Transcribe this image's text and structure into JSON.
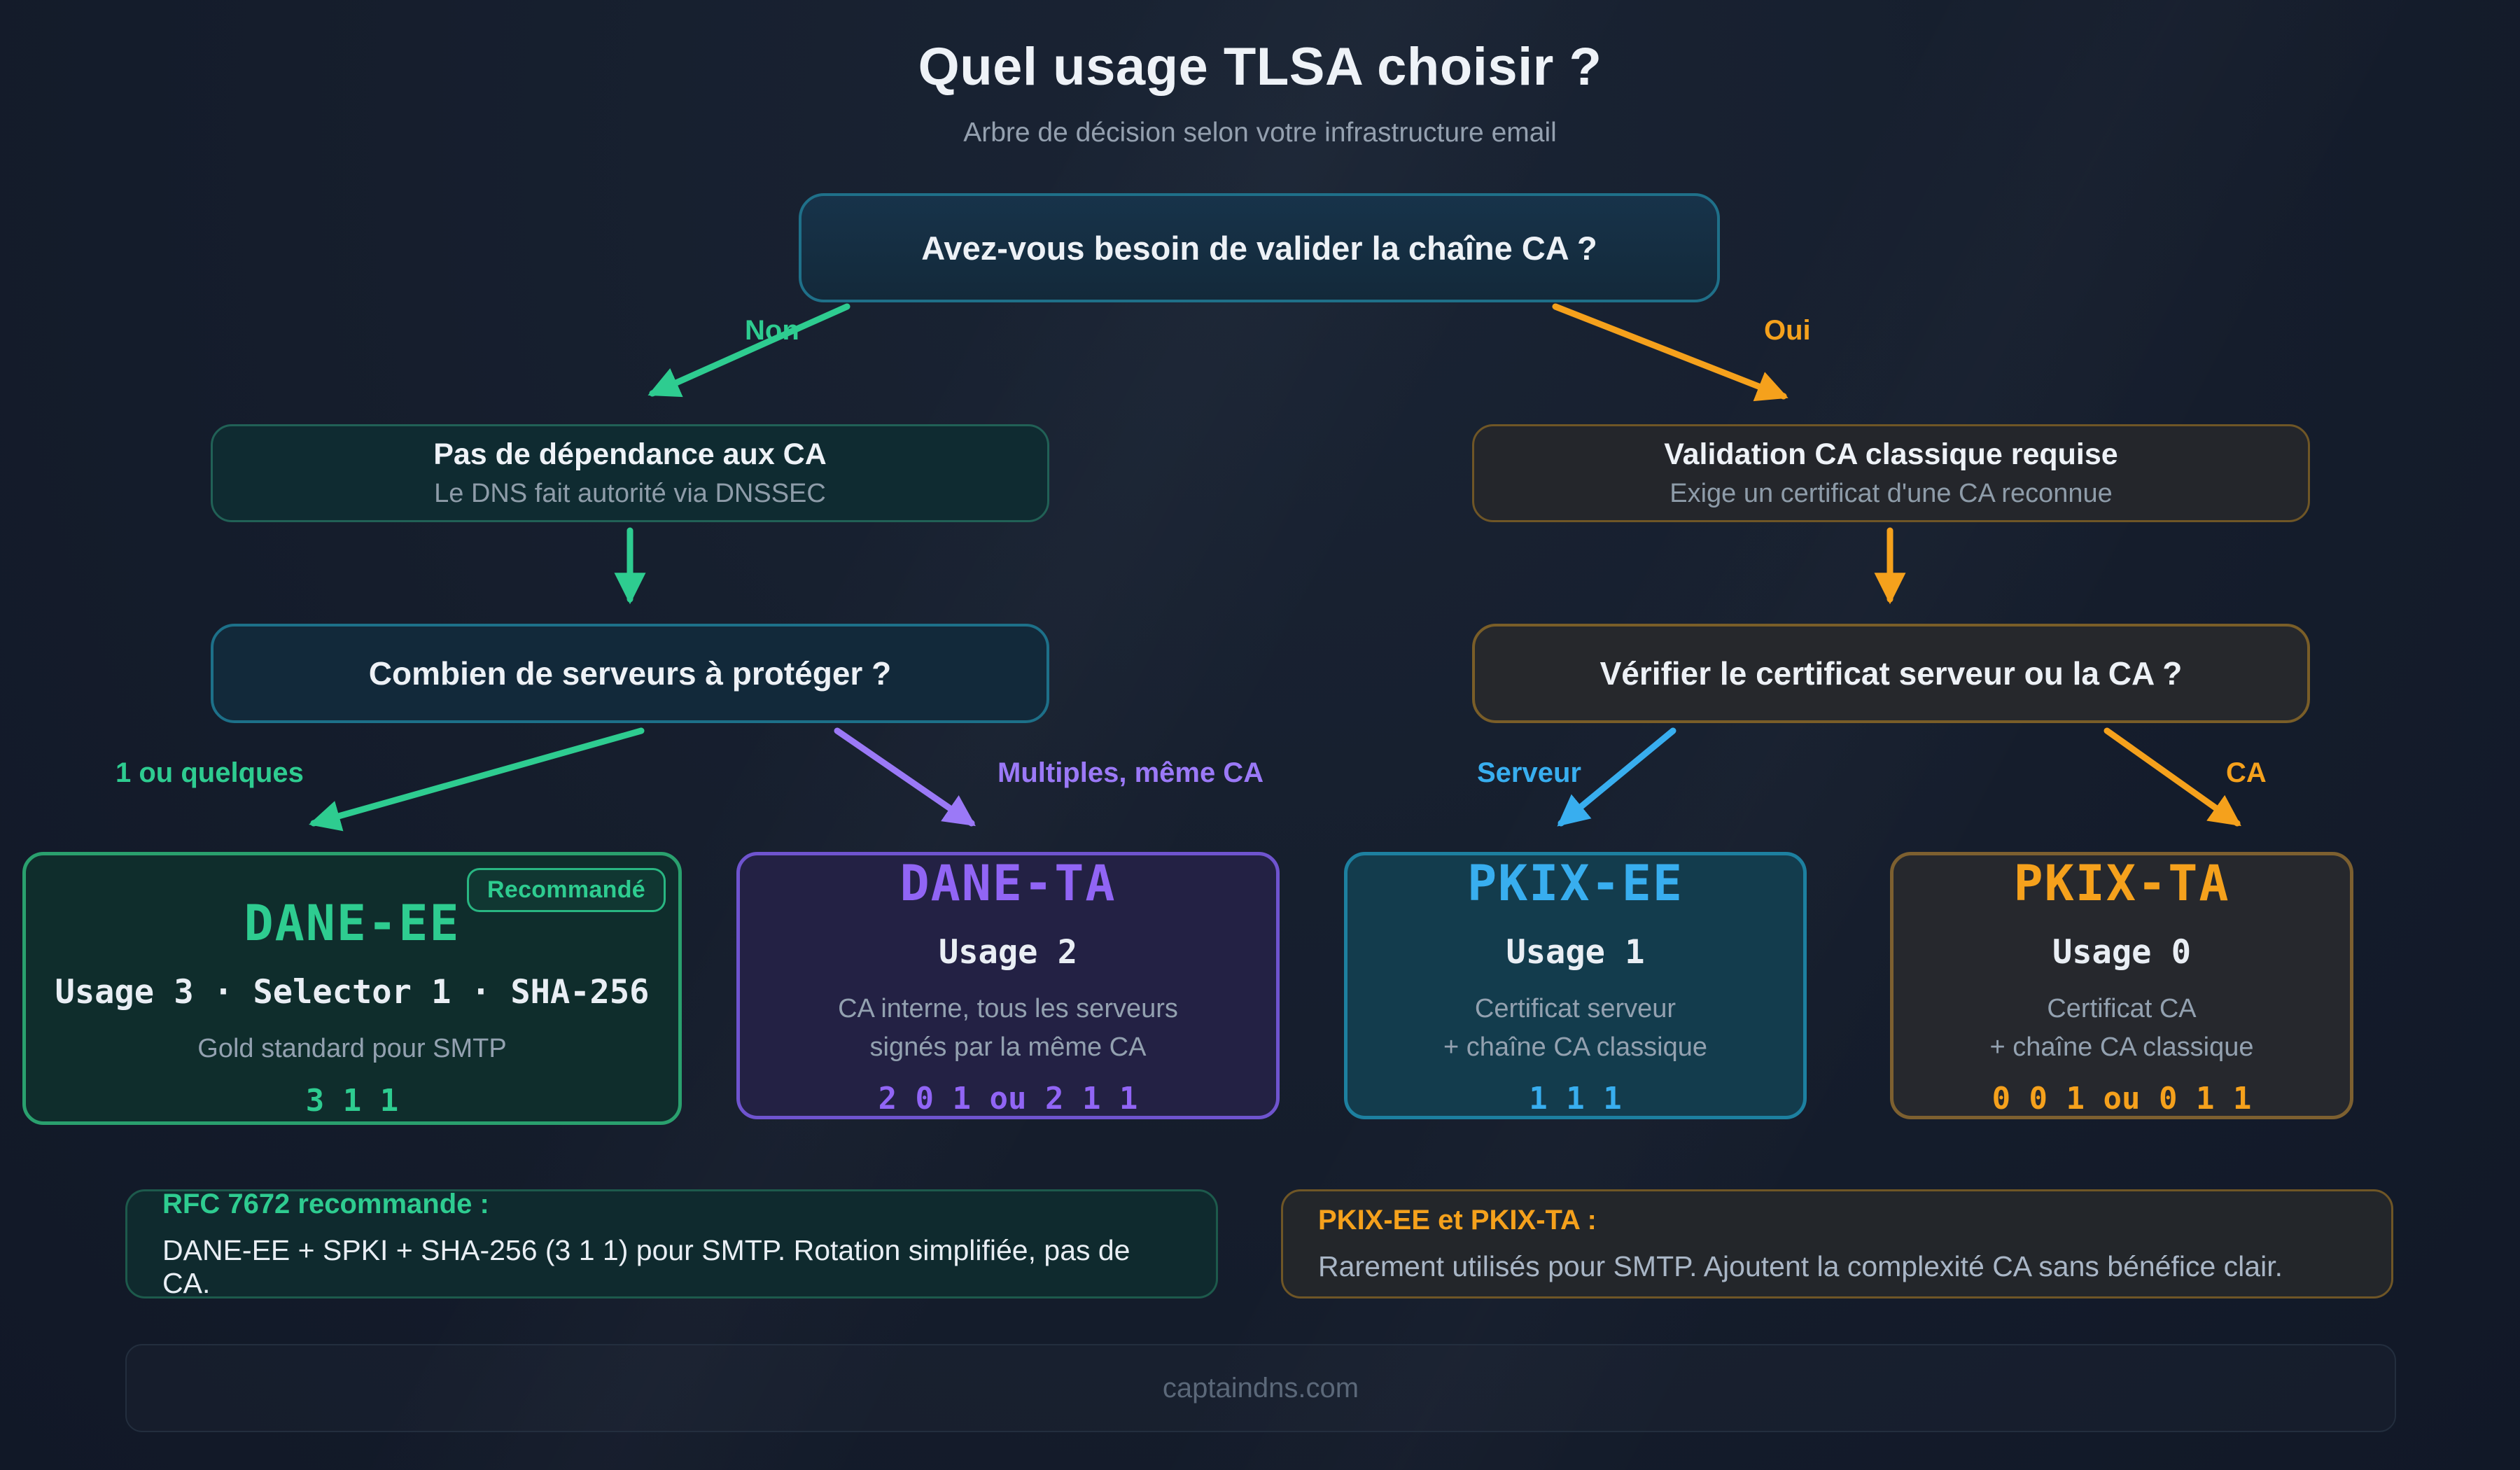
{
  "header": {
    "title": "Quel usage TLSA choisir ?",
    "subtitle": "Arbre de décision selon votre infrastructure email"
  },
  "tree": {
    "root_question": "Avez-vous besoin de valider la chaîne CA ?",
    "labels": {
      "non": "Non",
      "oui": "Oui",
      "few": "1 ou quelques",
      "multiple": "Multiples, même CA",
      "server": "Serveur",
      "ca": "CA"
    },
    "no_node": {
      "title": "Pas de dépendance aux CA",
      "subtitle": "Le DNS fait autorité via DNSSEC"
    },
    "yes_node": {
      "title": "Validation CA classique requise",
      "subtitle": "Exige un certificat d'une CA reconnue"
    },
    "no_question": "Combien de serveurs à protéger ?",
    "yes_question": "Vérifier le certificat serveur ou la CA ?"
  },
  "cards": [
    {
      "badge": "Recommandé",
      "title": "DANE-EE",
      "usage": "Usage 3 · Selector 1 · SHA-256",
      "desc1": "Gold standard pour SMTP",
      "code": "3 1 1",
      "accent": "#2ecc90"
    },
    {
      "title": "DANE-TA",
      "usage": "Usage 2",
      "desc1": "CA interne, tous les serveurs",
      "desc2": "signés par la même CA",
      "code": "2 0 1 ou 2 1 1",
      "accent": "#9165f5"
    },
    {
      "title": "PKIX-EE",
      "usage": "Usage 1",
      "desc1": "Certificat serveur",
      "desc2": "+ chaîne CA classique",
      "code": "1 1 1",
      "accent": "#38aeef"
    },
    {
      "title": "PKIX-TA",
      "usage": "Usage 0",
      "desc1": "Certificat CA",
      "desc2": "+ chaîne CA classique",
      "code": "0 0 1 ou 0 1 1",
      "accent": "#f5a11c"
    }
  ],
  "notes": [
    {
      "title": "RFC 7672 recommande :",
      "body": "DANE-EE + SPKI + SHA-256 (3 1 1) pour SMTP. Rotation simplifiée, pas de CA.",
      "accent": "#2ecc90"
    },
    {
      "title": "PKIX-EE et PKIX-TA :",
      "body": "Rarement utilisés pour SMTP. Ajoutent la complexité CA sans bénéfice clair.",
      "accent": "#f5a11c"
    }
  ],
  "footer": {
    "text": "captaindns.com"
  },
  "colors": {
    "background": "#151d2c",
    "green": "#2ecc90",
    "orange": "#f5a11c",
    "purple": "#9165f5",
    "blue": "#38aeef",
    "teal_border": "#1f7089",
    "gold_border": "#7a5e28"
  }
}
